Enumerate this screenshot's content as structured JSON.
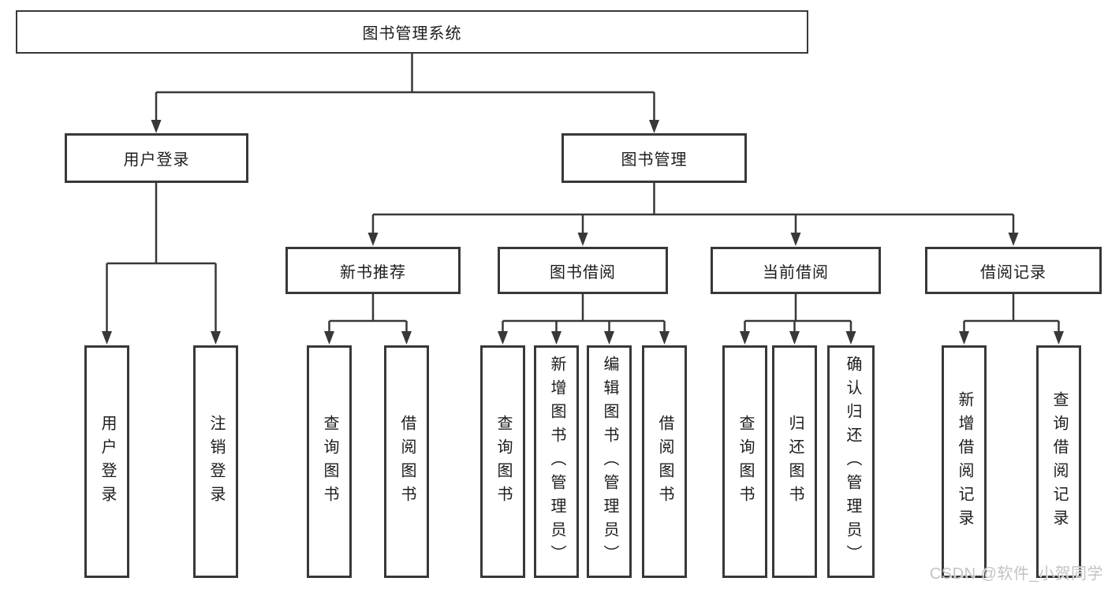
{
  "diagram_type": "hierarchy-tree",
  "tree": {
    "label": "图书管理系统",
    "children": [
      {
        "label": "用户登录",
        "children": [
          {
            "label": "用户登录"
          },
          {
            "label": "注销登录"
          }
        ]
      },
      {
        "label": "图书管理",
        "children": [
          {
            "label": "新书推荐",
            "children": [
              {
                "label": "查询图书"
              },
              {
                "label": "借阅图书"
              }
            ]
          },
          {
            "label": "图书借阅",
            "children": [
              {
                "label": "查询图书"
              },
              {
                "label": "新增图书（管理员）"
              },
              {
                "label": "编辑图书（管理员）"
              },
              {
                "label": "借阅图书"
              }
            ]
          },
          {
            "label": "当前借阅",
            "children": [
              {
                "label": "查询图书"
              },
              {
                "label": "归还图书"
              },
              {
                "label": "确认归还（管理员）"
              }
            ]
          },
          {
            "label": "借阅记录",
            "children": [
              {
                "label": "新增借阅记录"
              },
              {
                "label": "查询借阅记录"
              }
            ]
          }
        ]
      }
    ]
  },
  "watermark": {
    "text": "CSDN @软件_小贺同学"
  },
  "colors": {
    "line": "#383838",
    "text": "#1c1c1c",
    "background": "#ffffff",
    "watermark": "#c3c3c3"
  }
}
